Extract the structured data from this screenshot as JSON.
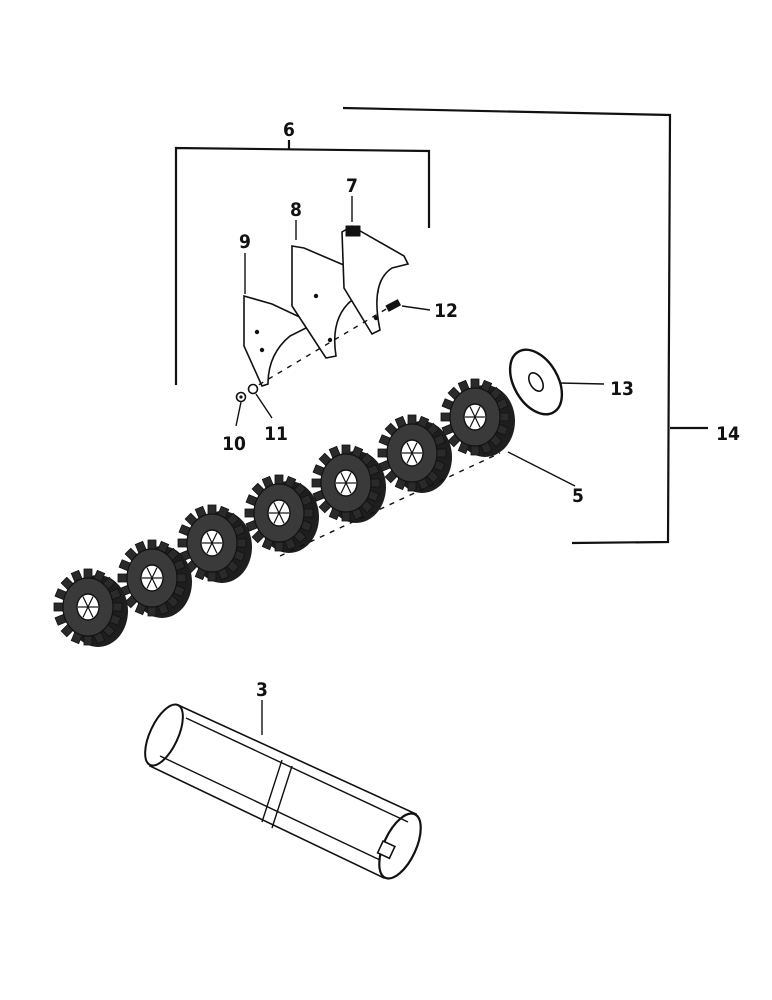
{
  "callouts": {
    "c3": "3",
    "c5": "5",
    "c6": "6",
    "c7": "7",
    "c8": "8",
    "c9": "9",
    "c10": "10",
    "c11": "11",
    "c12": "12",
    "c13": "13",
    "c14": "14"
  },
  "colors": {
    "ink": "#111111",
    "paper": "#ffffff"
  }
}
